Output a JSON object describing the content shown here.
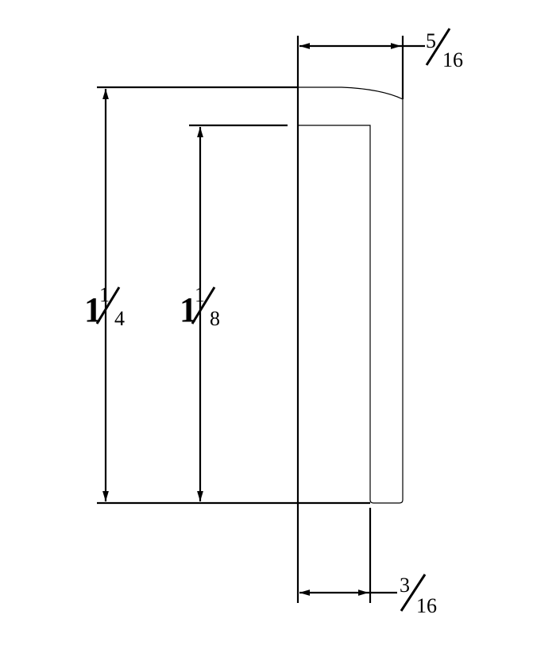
{
  "drawing": {
    "title": "Cap profile cross-section",
    "dimensions": {
      "overall_height": {
        "whole": "1",
        "num": "1",
        "den": "4"
      },
      "inner_height": {
        "whole": "1",
        "num": "1",
        "den": "8"
      },
      "top_width": {
        "num": "5",
        "den": "16"
      },
      "wall_thickness": {
        "num": "3",
        "den": "16"
      }
    },
    "colors": {
      "line": "#000000",
      "background": "#ffffff"
    }
  }
}
